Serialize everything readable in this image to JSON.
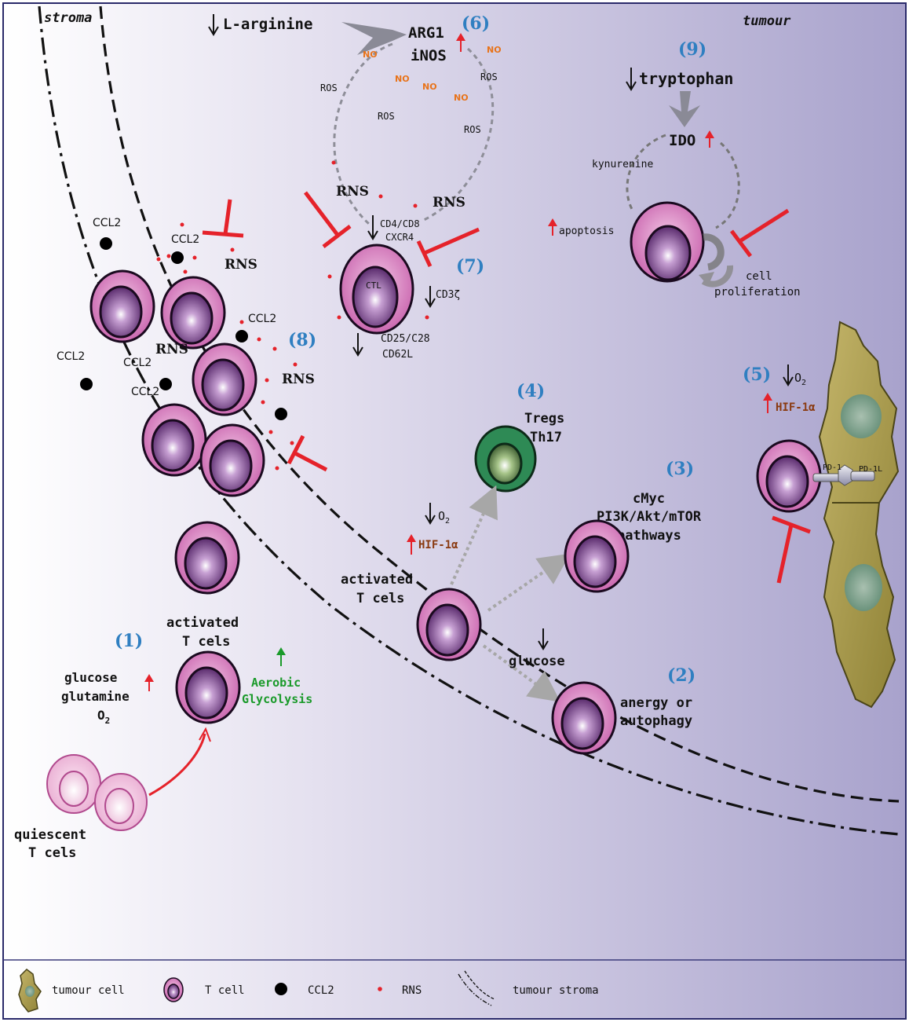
{
  "regions": {
    "stroma": "stroma",
    "tumour": "tumour"
  },
  "numbers": {
    "n1": "(1)",
    "n2": "(2)",
    "n3": "(3)",
    "n4": "(4)",
    "n5": "(5)",
    "n6": "(6)",
    "n7": "(7)",
    "n8": "(8)",
    "n9": "(9)"
  },
  "top": {
    "l_arginine": "L-arginine",
    "arg1": "ARG1",
    "inos": "iNOS",
    "no": "NO",
    "ros": "ROS",
    "rns": "RNS"
  },
  "ctl": {
    "label": "CTL",
    "cd4_cd8": "CD4/CD8",
    "cxcr4": "CXCR4",
    "cd3z": "CD3ζ",
    "cd25_c28": "CD25/C28",
    "cd62l": "CD62L"
  },
  "ido_block": {
    "tryptophan": "tryptophan",
    "ido": "IDO",
    "kynurenine": "kynurenine",
    "apoptosis": "apoptosis",
    "cell": "cell",
    "proliferation": "proliferation"
  },
  "ccl2_block": {
    "ccl2": "CCL2",
    "rns": "RNS"
  },
  "tregs": {
    "tregs": "Tregs",
    "th17": "Th17"
  },
  "hypoxia": {
    "o2_prefix": "O",
    "o2_sub": "2",
    "hif": "HIF-1α"
  },
  "pd": {
    "pd1": "PD-1",
    "pdl1": "PD-1L"
  },
  "pathways": {
    "cmyc": "cMyc",
    "pi3k": "PI3K/Akt/mTOR",
    "pathways": "pathways"
  },
  "activated_mid": {
    "line1": "activated",
    "line2": "T cels"
  },
  "glucose_mid": "glucose",
  "anergy": {
    "line1": "anergy or",
    "line2": "autophagy"
  },
  "left_block": {
    "activated1": "activated",
    "activated2": "T cels",
    "glucose": "glucose",
    "glutamine": "glutamine",
    "o2_prefix": "O",
    "o2_sub": "2",
    "aerobic1": "Aerobic",
    "aerobic2": "Glycolysis",
    "quiescent1": "quiescent",
    "quiescent2": "T cels"
  },
  "legend": {
    "tumour_cell": "tumour cell",
    "t_cell": "T cell",
    "ccl2": "CCL2",
    "rns": "RNS",
    "stroma": "tumour stroma"
  },
  "colors": {
    "number_blue": "#2f7fc1",
    "inhibit_red": "#e5222a",
    "up_red": "#e5222a",
    "no_orange": "#e8731a",
    "aerobic_green": "#1a9a2a",
    "hif_brown": "#8a3a10",
    "tumour_olive": "#a89a4a",
    "treg_green": "#2e8a55"
  }
}
